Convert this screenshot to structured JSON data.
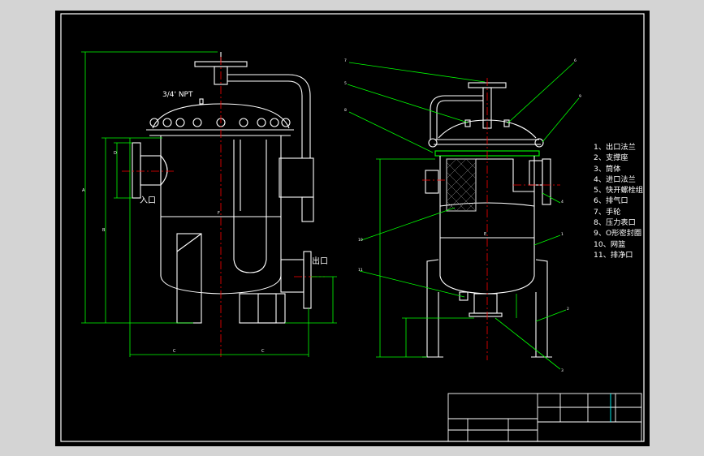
{
  "labels": {
    "thread": "3/4' NPT",
    "inlet": "入口",
    "outlet": "出口",
    "dim_a": "A",
    "dim_b": "B",
    "dim_c": "C",
    "dim_d": "D",
    "dim_e": "E",
    "dim_f": "F"
  },
  "legend": [
    "1、出口法兰",
    "2、支撑座",
    "3、筒体",
    "4、进口法兰",
    "5、快开螺栓组",
    "6、排气口",
    "7、手轮",
    "8、压力表口",
    "9、O形密封圈",
    "10、网篮",
    "11、排净口"
  ],
  "colors": {
    "background": "#000000",
    "outline": "#ffffff",
    "dimension": "#00ff00",
    "centerline": "#ff0000",
    "frame": "#ffffff",
    "titleblock": "#00ffff"
  }
}
